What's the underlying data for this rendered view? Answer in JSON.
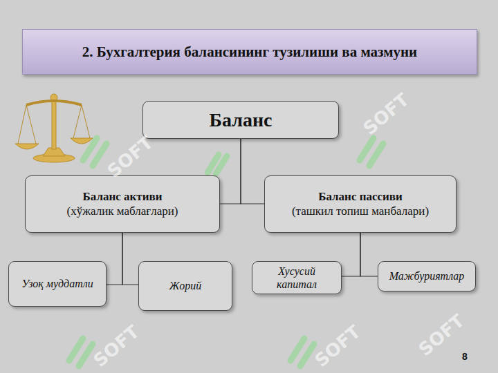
{
  "diagram": {
    "title": "2. Бухгалтерия балансининг тузилиши ва мазмуни",
    "nodes": [
      {
        "text": [
          "Баланс"
        ]
      },
      {
        "text": [
          "Баланс активи",
          "(хўжалик маблағлари)"
        ]
      },
      {
        "text": [
          "Баланс пассиви",
          "(ташкил топиш манбалари)"
        ]
      },
      {
        "text": [
          "Узоқ муддатли"
        ]
      },
      {
        "text": [
          "Жорий"
        ]
      },
      {
        "text": [
          "Хусусий капитал"
        ]
      },
      {
        "text": [
          "Мажбуриятлар"
        ]
      }
    ],
    "edges": [
      {
        "from": 0,
        "to": 1,
        "arrow": "none"
      },
      {
        "from": 0,
        "to": 2,
        "arrow": "none"
      },
      {
        "from": 1,
        "to": 3,
        "arrow": "none"
      },
      {
        "from": 1,
        "to": 4,
        "arrow": "none"
      },
      {
        "from": 2,
        "to": 5,
        "arrow": "none"
      },
      {
        "from": 2,
        "to": 6,
        "arrow": "none"
      }
    ],
    "labels": [
      "SOFT",
      "SOFT",
      "SOFT",
      "SOFT",
      "SOFT",
      "8"
    ]
  }
}
